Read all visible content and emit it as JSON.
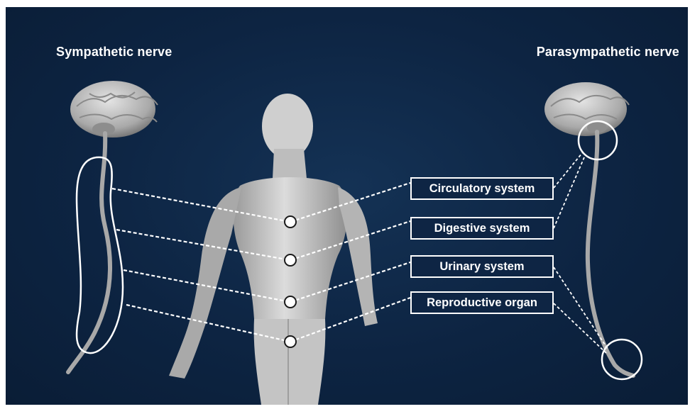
{
  "headings": {
    "left": "Sympathetic nerve",
    "right": "Parasympathetic nerve"
  },
  "systems": [
    {
      "label": "Circulatory system"
    },
    {
      "label": "Digestive system"
    },
    {
      "label": "Urinary system"
    },
    {
      "label": "Reproductive organ"
    }
  ],
  "colors": {
    "background": "#0d2442",
    "line": "#ffffff",
    "body": "#c9c9c9",
    "nerve": "#9a9a9a"
  }
}
